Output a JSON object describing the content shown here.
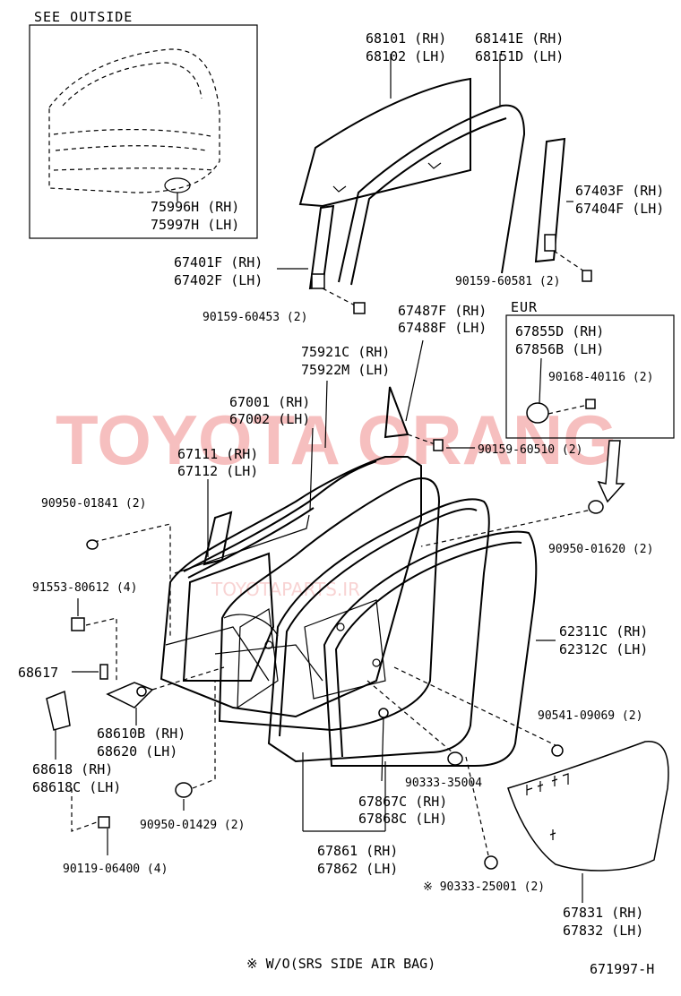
{
  "inset": {
    "title": "SEE OUTSIDE",
    "part": [
      "75996H (RH)",
      "75997H (LH)"
    ]
  },
  "eur_box": {
    "title": "EUR",
    "part": [
      "67855D (RH)",
      "67856B (LH)"
    ],
    "bolt": "90168-40116 (2)"
  },
  "labels": {
    "glass": [
      "68101 (RH)",
      "68102 (LH)"
    ],
    "glass_run": [
      "68141E (RH)",
      "68151D (LH)"
    ],
    "channel_rear": [
      "67403F (RH)",
      "67404F (LH)"
    ],
    "channel_front": [
      "67401F (RH)",
      "67402F (LH)"
    ],
    "bolt_rear": "90159-60581 (2)",
    "bolt_front": "90159-60453 (2)",
    "corner_piece": [
      "67487F (RH)",
      "67488F (LH)"
    ],
    "belt_outer": [
      "75921C (RH)",
      "75922M (LH)"
    ],
    "door_panel": [
      "67001 (RH)",
      "67002 (LH)"
    ],
    "hinge_weather": [
      "67111 (RH)",
      "67112 (LH)"
    ],
    "bolt_corner": "90159-60510 (2)",
    "plug_a": "90950-01841 (2)",
    "plug_b": "90950-01620 (2)",
    "bolt_hinge": "91553-80612 (4)",
    "pin": "68617",
    "check": [
      "68610B (RH)",
      "68620 (LH)"
    ],
    "hinge": [
      "68618 (RH)",
      "68618C (LH)"
    ],
    "bolt_hinge_b": "90119-06400 (4)",
    "plug_c": "90950-01429 (2)",
    "weatherstrip": [
      "62311C (RH)",
      "62312C (LH)"
    ],
    "clip": "90541-09069 (2)",
    "hole_cover_a": "90333-35004",
    "trim_clip": [
      "67867C (RH)",
      "67868C (LH)"
    ],
    "door_weatherstrip": [
      "67861 (RH)",
      "67862 (LH)"
    ],
    "hole_cover_b": "※ 90333-25001 (2)",
    "service_cover": [
      "67831 (RH)",
      "67832 (LH)"
    ]
  },
  "footnote": "※ W/O(SRS SIDE AIR BAG)",
  "diagram_code": "671997-H",
  "watermark": {
    "brand": "TOYOTA ORANG",
    "site": "TOYOTAPARTS.IR"
  }
}
